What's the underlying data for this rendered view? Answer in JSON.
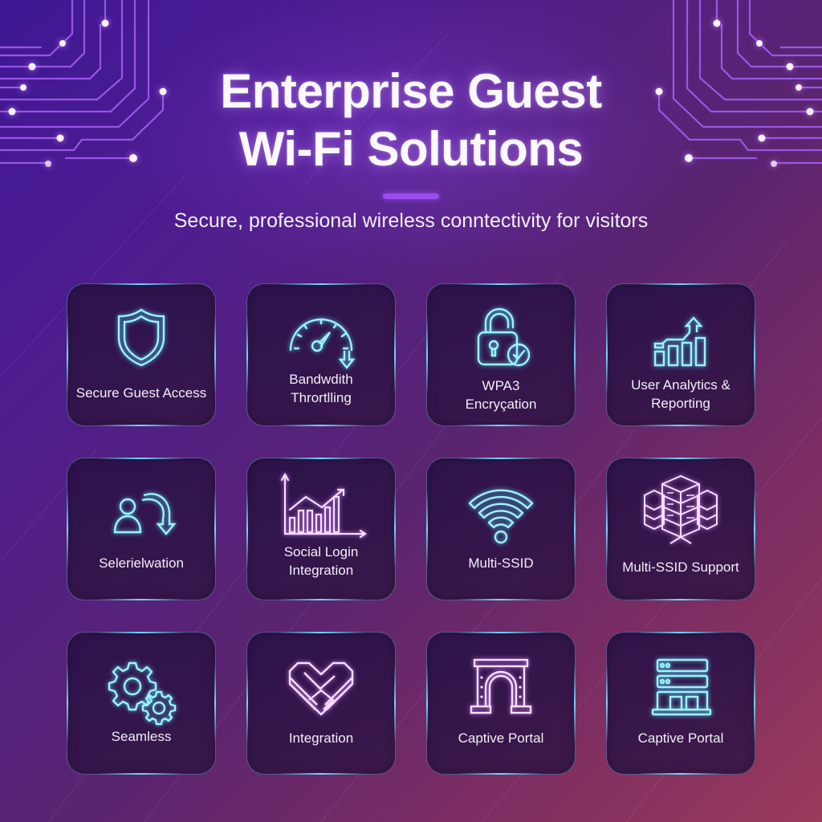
{
  "header": {
    "title_line1": "Enterprise Guest",
    "title_line2": "Wi-Fi Solutions",
    "subtitle": "Secure, professional wireless conntectivity for visitors"
  },
  "colors": {
    "background_start": "#3f1795",
    "background_end": "#9a3a5c",
    "accent_divider": "#9b4cf0",
    "icon_cyan": "#9ff3f6",
    "icon_pink": "#f6e0ff",
    "card_border_glow": "#6fd8ff"
  },
  "cards": [
    {
      "icon": "shield-icon",
      "label_line1": "Secure Guest Access",
      "label_line2": ""
    },
    {
      "icon": "speedometer-throttle-icon",
      "label_line1": "Bandwdith",
      "label_line2": "Thrortlling"
    },
    {
      "icon": "padlock-check-icon",
      "label_line1": "WPA3",
      "label_line2": "Encryçation"
    },
    {
      "icon": "analytics-growth-icon",
      "label_line1": "User Analytics &",
      "label_line2": "Reporting"
    },
    {
      "icon": "user-redirect-icon",
      "label_line1": "Selerielwation",
      "label_line2": ""
    },
    {
      "icon": "line-bar-chart-icon",
      "label_line1": "Social Login",
      "label_line2": "Integration"
    },
    {
      "icon": "wifi-icon",
      "label_line1": "Multi-SSID",
      "label_line2": ""
    },
    {
      "icon": "server-stack-icon",
      "label_line1": "Multi-SSID Support",
      "label_line2": ""
    },
    {
      "icon": "gears-icon",
      "label_line1": "Seamless",
      "label_line2": ""
    },
    {
      "icon": "heart-handshake-icon",
      "label_line1": "Integration",
      "label_line2": ""
    },
    {
      "icon": "archway-portal-icon",
      "label_line1": "Captive Portal",
      "label_line2": ""
    },
    {
      "icon": "storefront-server-icon",
      "label_line1": "Captive Portal",
      "label_line2": ""
    }
  ]
}
